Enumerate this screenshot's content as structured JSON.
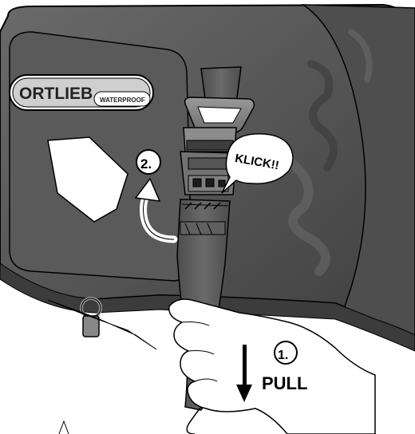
{
  "brand": {
    "name": "ORTLIEB",
    "tag": "WATERPROOF"
  },
  "steps": [
    {
      "number": "1.",
      "label": "PULL"
    },
    {
      "number": "2."
    }
  ],
  "sound": "KLICK!!",
  "colors": {
    "bag_dark": "#4a4a4a",
    "bag_mid": "#5f5f5f",
    "bag_light": "#7a7a7a",
    "strap": "#5a5a5a",
    "buckle": "#8a8a8a",
    "outline": "#000000",
    "white": "#ffffff"
  },
  "icons": [
    "curved-arrow-icon",
    "down-arrow-icon",
    "hand-icon"
  ]
}
